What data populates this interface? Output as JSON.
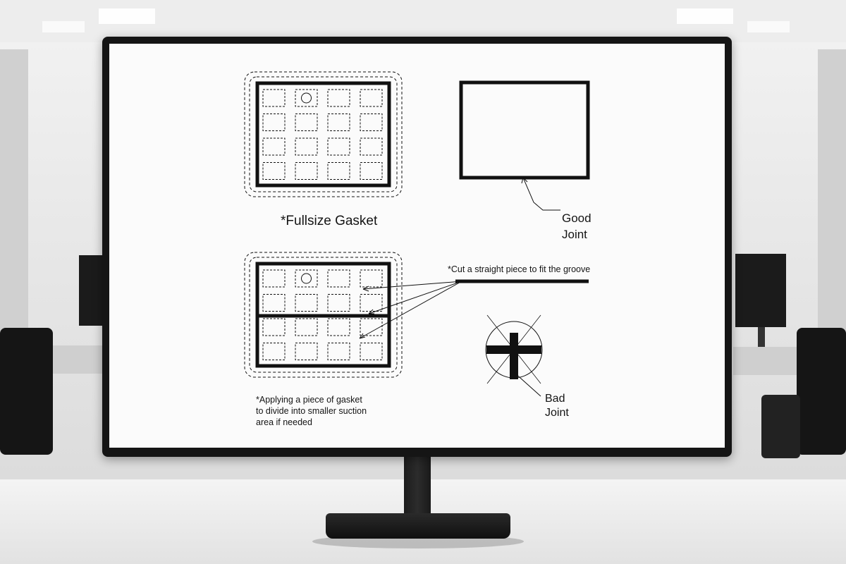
{
  "diagram": {
    "caption_fullsize": "*Fullsize Gasket",
    "caption_good": "Good\nJoint",
    "caption_cut": "*Cut a straight piece to fit the groove",
    "caption_applying": "*Applying a piece of gasket\n to divide into smaller suction\n area if needed",
    "caption_bad": "Bad\nJoint"
  },
  "colors": {
    "line": "#111111",
    "screen": "#fbfbfb",
    "bezel": "#151515"
  }
}
